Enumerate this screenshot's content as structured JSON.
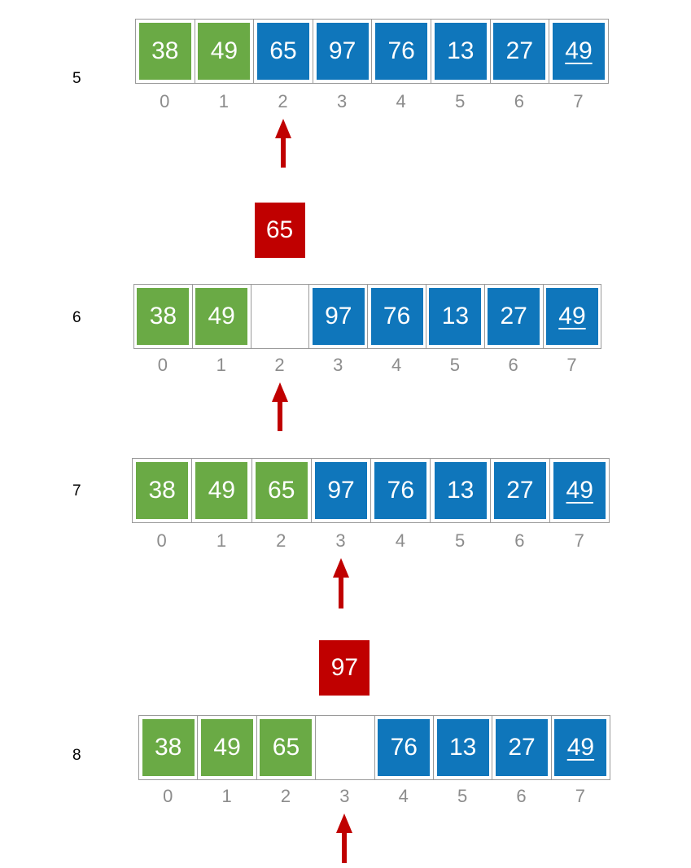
{
  "colors": {
    "sorted": "#6aaa45",
    "unsorted": "#0f76bb",
    "lifted": "#c00000",
    "arrow": "#c00000"
  },
  "steps": [
    {
      "label": "5",
      "cells": [
        {
          "value": "38",
          "state": "sorted"
        },
        {
          "value": "49",
          "state": "sorted"
        },
        {
          "value": "65",
          "state": "unsorted"
        },
        {
          "value": "97",
          "state": "unsorted"
        },
        {
          "value": "76",
          "state": "unsorted"
        },
        {
          "value": "13",
          "state": "unsorted"
        },
        {
          "value": "27",
          "state": "unsorted"
        },
        {
          "value": "49",
          "state": "unsorted",
          "underline": true
        }
      ],
      "indices": [
        "0",
        "1",
        "2",
        "3",
        "4",
        "5",
        "6",
        "7"
      ],
      "pointer_index": 2,
      "lifted": null
    },
    {
      "label": "6",
      "cells": [
        {
          "value": "38",
          "state": "sorted"
        },
        {
          "value": "49",
          "state": "sorted"
        },
        {
          "value": "",
          "state": "empty"
        },
        {
          "value": "97",
          "state": "unsorted"
        },
        {
          "value": "76",
          "state": "unsorted"
        },
        {
          "value": "13",
          "state": "unsorted"
        },
        {
          "value": "27",
          "state": "unsorted"
        },
        {
          "value": "49",
          "state": "unsorted",
          "underline": true
        }
      ],
      "indices": [
        "0",
        "1",
        "2",
        "3",
        "4",
        "5",
        "6",
        "7"
      ],
      "pointer_index": 2,
      "lifted": {
        "value": "65",
        "index": 2
      }
    },
    {
      "label": "7",
      "cells": [
        {
          "value": "38",
          "state": "sorted"
        },
        {
          "value": "49",
          "state": "sorted"
        },
        {
          "value": "65",
          "state": "sorted"
        },
        {
          "value": "97",
          "state": "unsorted"
        },
        {
          "value": "76",
          "state": "unsorted"
        },
        {
          "value": "13",
          "state": "unsorted"
        },
        {
          "value": "27",
          "state": "unsorted"
        },
        {
          "value": "49",
          "state": "unsorted",
          "underline": true
        }
      ],
      "indices": [
        "0",
        "1",
        "2",
        "3",
        "4",
        "5",
        "6",
        "7"
      ],
      "pointer_index": 3,
      "lifted": null
    },
    {
      "label": "8",
      "cells": [
        {
          "value": "38",
          "state": "sorted"
        },
        {
          "value": "49",
          "state": "sorted"
        },
        {
          "value": "65",
          "state": "sorted"
        },
        {
          "value": "",
          "state": "empty"
        },
        {
          "value": "76",
          "state": "unsorted"
        },
        {
          "value": "13",
          "state": "unsorted"
        },
        {
          "value": "27",
          "state": "unsorted"
        },
        {
          "value": "49",
          "state": "unsorted",
          "underline": true
        }
      ],
      "indices": [
        "0",
        "1",
        "2",
        "3",
        "4",
        "5",
        "6",
        "7"
      ],
      "pointer_index": 3,
      "lifted": {
        "value": "97",
        "index": 3
      }
    }
  ]
}
